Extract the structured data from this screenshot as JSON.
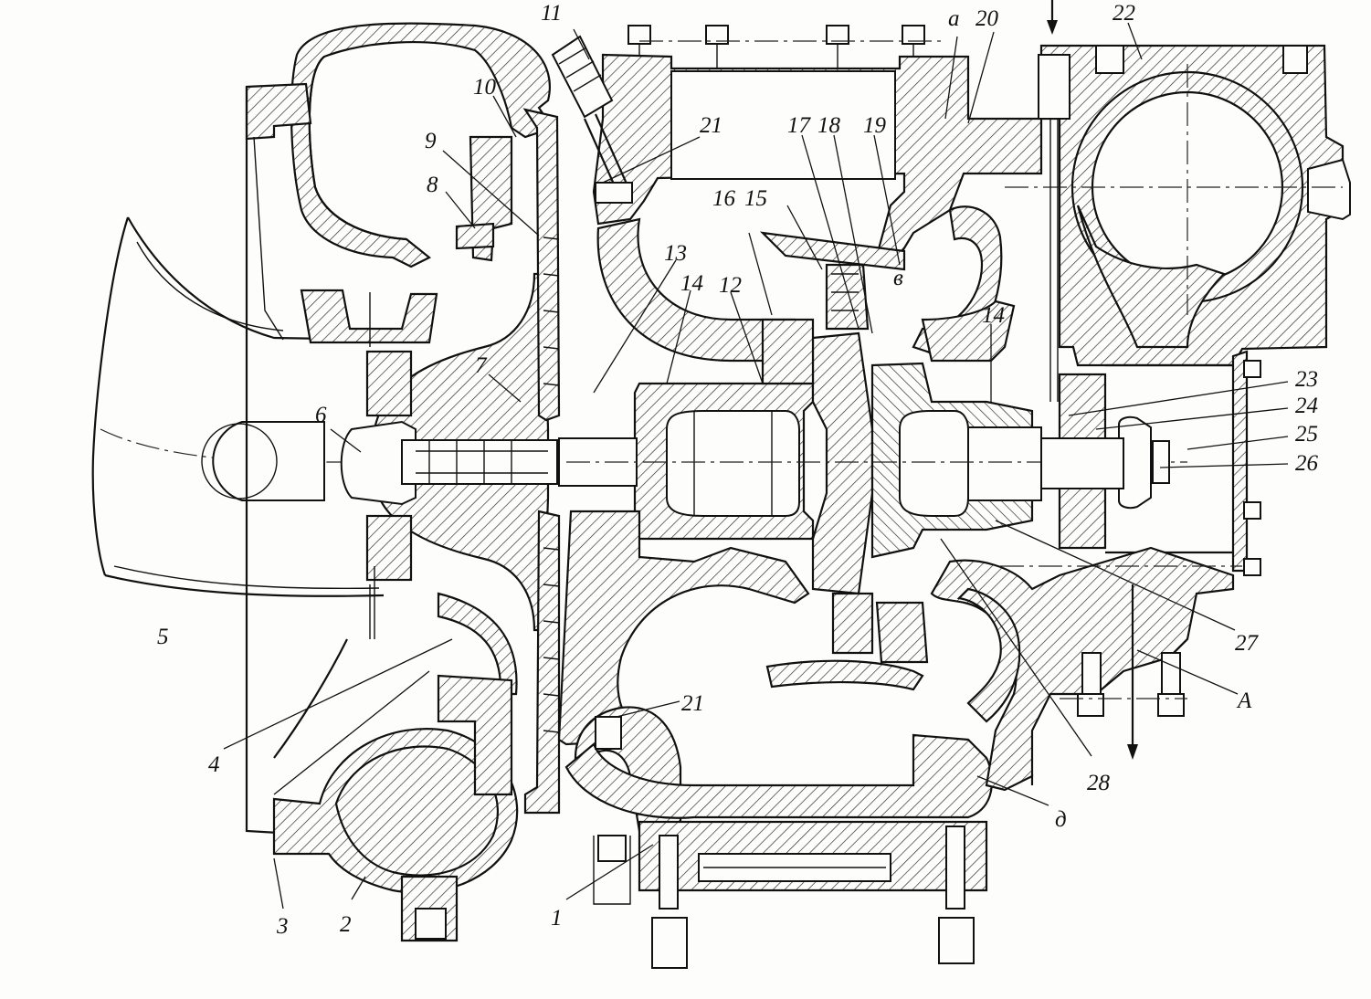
{
  "figure": {
    "type": "turbocharger cross-section drawing",
    "callouts": [
      {
        "id": "c1",
        "text": "1"
      },
      {
        "id": "c2",
        "text": "2"
      },
      {
        "id": "c3",
        "text": "3"
      },
      {
        "id": "c4",
        "text": "4"
      },
      {
        "id": "c5",
        "text": "5"
      },
      {
        "id": "c6",
        "text": "6"
      },
      {
        "id": "c7",
        "text": "7"
      },
      {
        "id": "c8",
        "text": "8"
      },
      {
        "id": "c9",
        "text": "9"
      },
      {
        "id": "c10",
        "text": "10"
      },
      {
        "id": "c11",
        "text": "11"
      },
      {
        "id": "c12",
        "text": "12"
      },
      {
        "id": "c13",
        "text": "13"
      },
      {
        "id": "c14a",
        "text": "14"
      },
      {
        "id": "c14b",
        "text": "14"
      },
      {
        "id": "c15",
        "text": "15"
      },
      {
        "id": "c16",
        "text": "16"
      },
      {
        "id": "c17",
        "text": "17"
      },
      {
        "id": "c18",
        "text": "18"
      },
      {
        "id": "c19",
        "text": "19"
      },
      {
        "id": "c20",
        "text": "20"
      },
      {
        "id": "c21a",
        "text": "21"
      },
      {
        "id": "c21b",
        "text": "21"
      },
      {
        "id": "c22",
        "text": "22"
      },
      {
        "id": "c23",
        "text": "23"
      },
      {
        "id": "c24",
        "text": "24"
      },
      {
        "id": "c25",
        "text": "25"
      },
      {
        "id": "c26",
        "text": "26"
      },
      {
        "id": "c27",
        "text": "27"
      },
      {
        "id": "c28",
        "text": "28"
      },
      {
        "id": "ca",
        "text": "а"
      },
      {
        "id": "cv",
        "text": "в"
      },
      {
        "id": "cd",
        "text": "д"
      },
      {
        "id": "cA",
        "text": "А"
      }
    ]
  }
}
